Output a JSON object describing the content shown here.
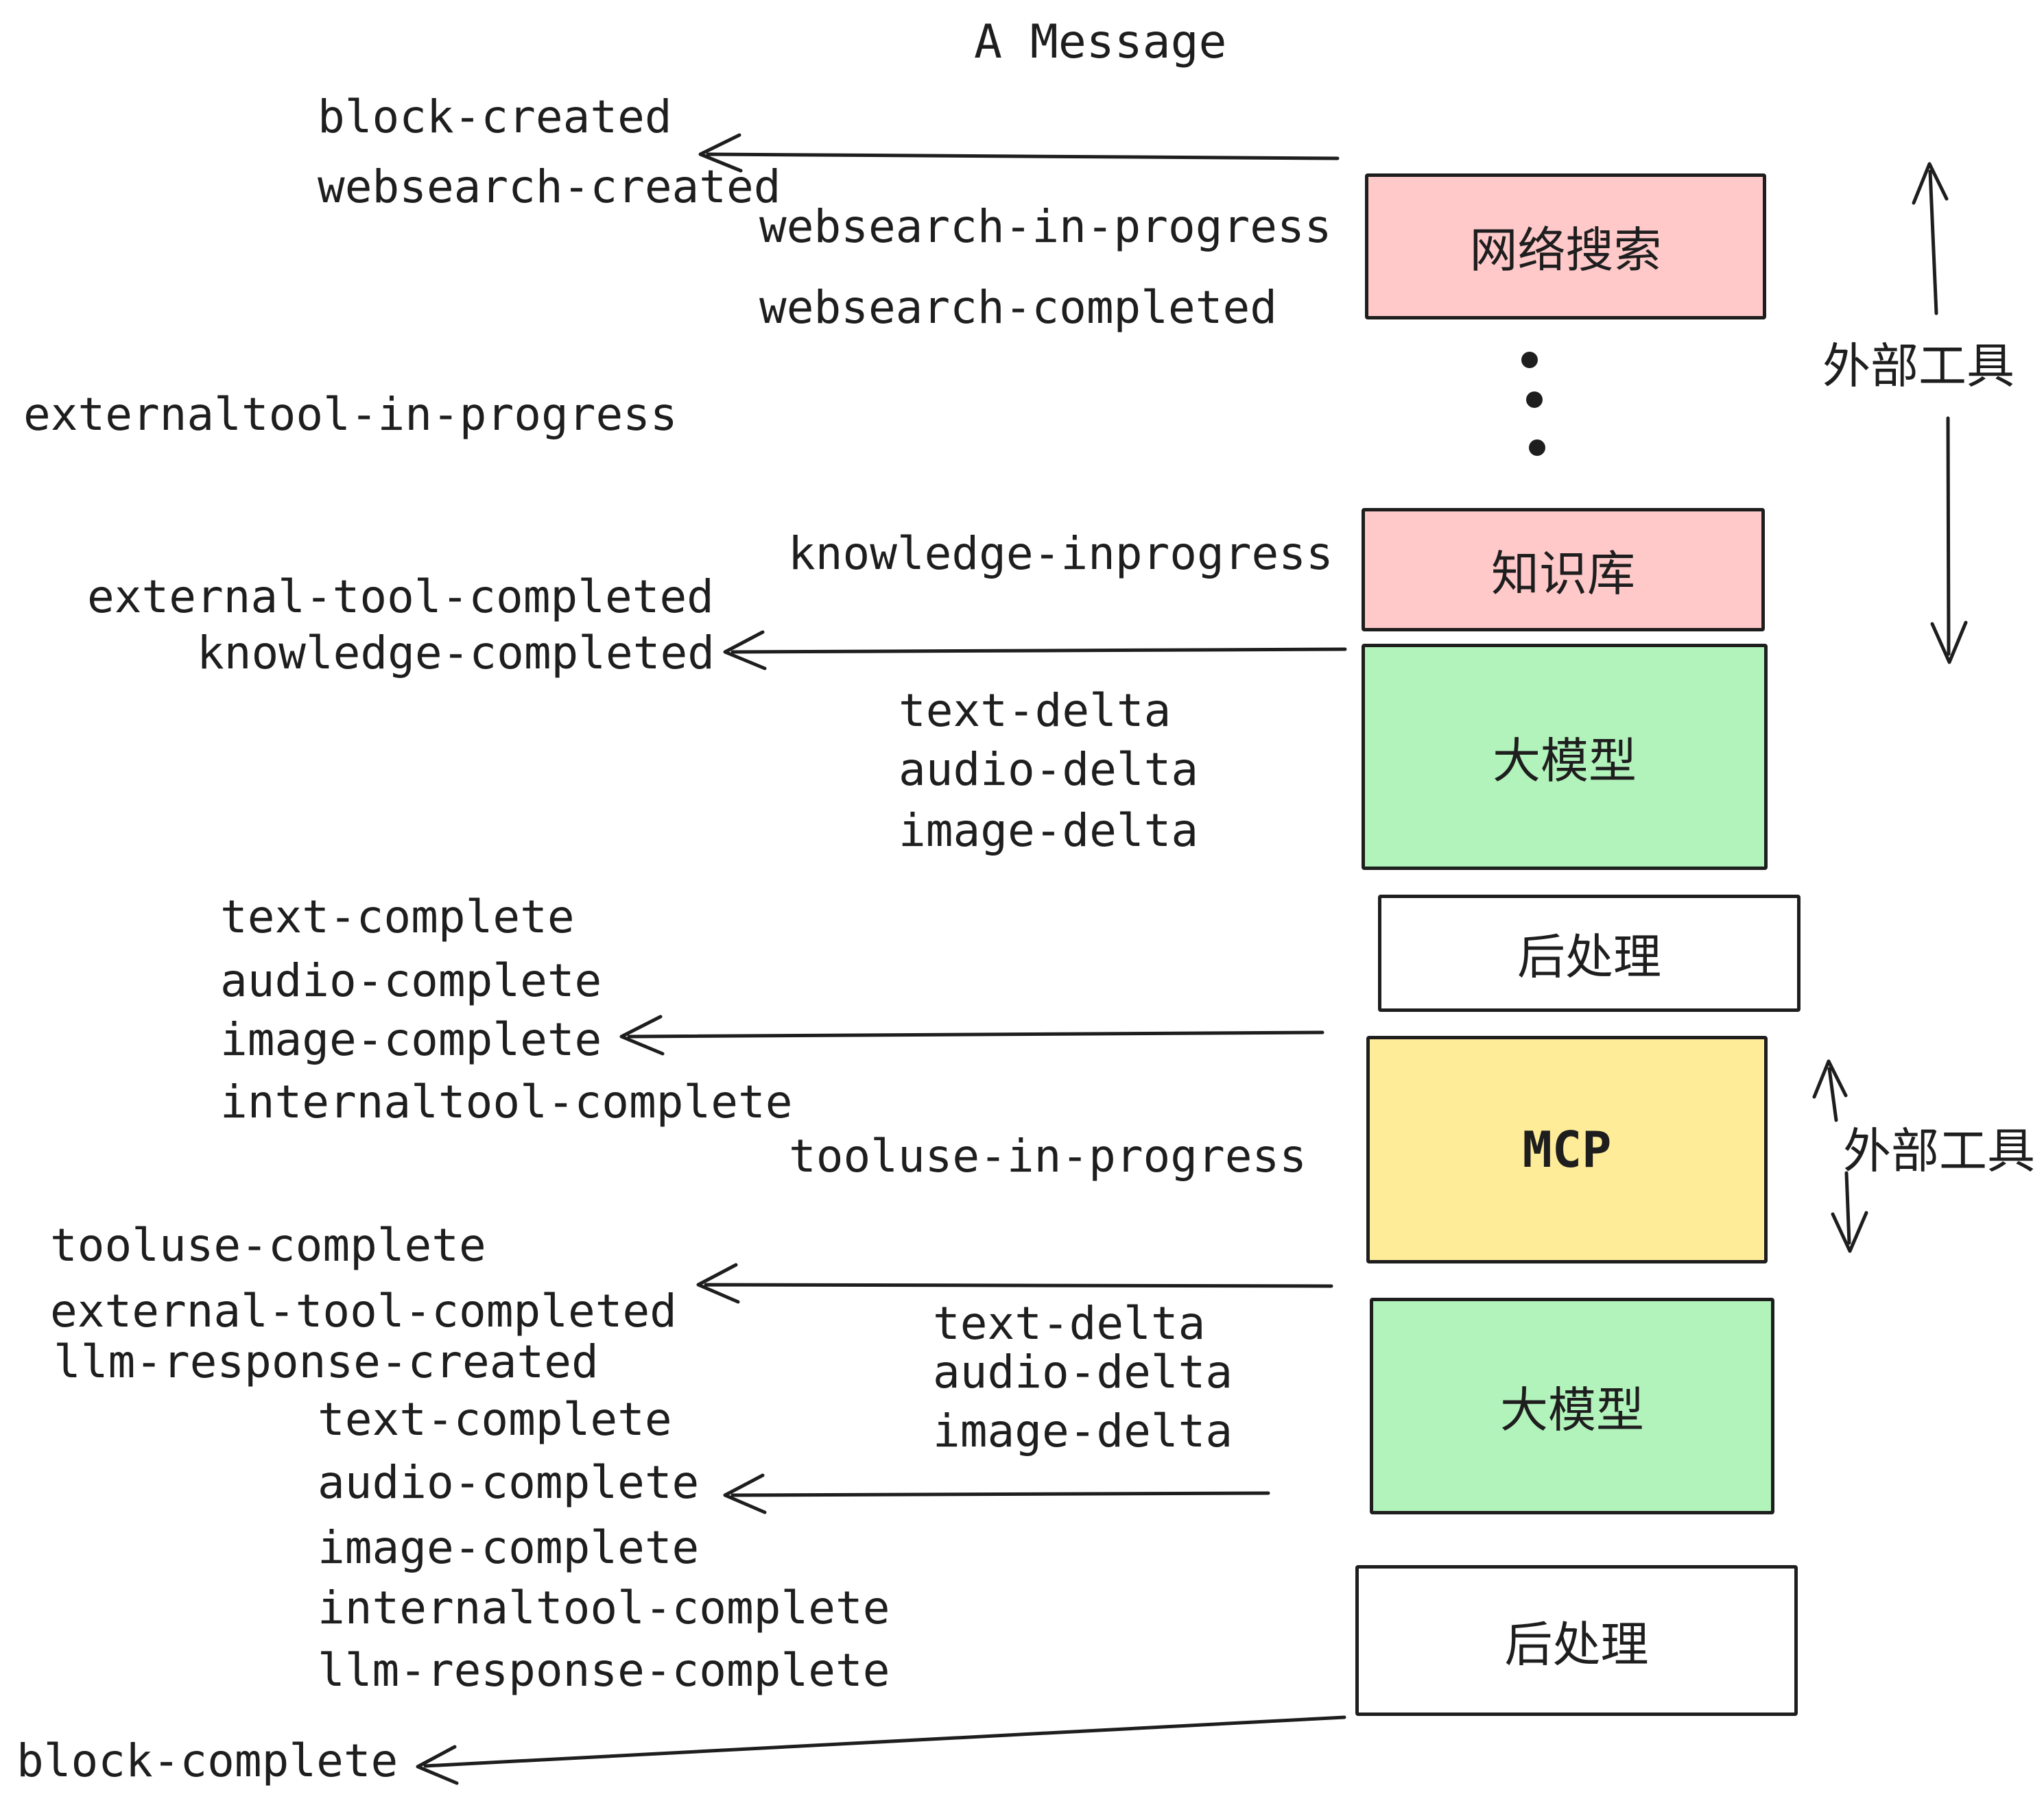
{
  "title": "A Message",
  "events": [
    {
      "text": "block-created"
    },
    {
      "text": "websearch-created"
    },
    {
      "text": "websearch-in-progress"
    },
    {
      "text": "websearch-completed"
    },
    {
      "text": "externaltool-in-progress"
    },
    {
      "text": "knowledge-inprogress"
    },
    {
      "text": "external-tool-completed"
    },
    {
      "text": "knowledge-completed"
    },
    {
      "text": "text-delta"
    },
    {
      "text": "audio-delta"
    },
    {
      "text": "image-delta"
    },
    {
      "text": "text-complete"
    },
    {
      "text": "audio-complete"
    },
    {
      "text": "image-complete"
    },
    {
      "text": "internaltool-complete"
    },
    {
      "text": "tooluse-in-progress"
    },
    {
      "text": "tooluse-complete"
    },
    {
      "text": "external-tool-completed"
    },
    {
      "text": "llm-response-created"
    },
    {
      "text": "text-delta"
    },
    {
      "text": "audio-delta"
    },
    {
      "text": "image-delta"
    },
    {
      "text": "text-complete"
    },
    {
      "text": "audio-complete"
    },
    {
      "text": "image-complete"
    },
    {
      "text": "internaltool-complete"
    },
    {
      "text": "llm-response-complete"
    },
    {
      "text": "block-complete"
    }
  ],
  "boxes": [
    {
      "id": "websearch",
      "label": "网络搜索",
      "color": "#ffc9c9"
    },
    {
      "id": "knowledge",
      "label": "知识库",
      "color": "#ffc9c9"
    },
    {
      "id": "llm-1",
      "label": "大模型",
      "color": "#b2f2bb"
    },
    {
      "id": "postprocess-1",
      "label": "后处理",
      "color": "#ffffff"
    },
    {
      "id": "mcp",
      "label": "MCP",
      "color": "#ffec99"
    },
    {
      "id": "llm-2",
      "label": "大模型",
      "color": "#b2f2bb"
    },
    {
      "id": "postprocess-2",
      "label": "后处理",
      "color": "#ffffff"
    }
  ],
  "side_labels": {
    "top": "外部工具",
    "bottom": "外部工具"
  },
  "colors": {
    "stroke": "#1e1e1e",
    "pink": "#ffc9c9",
    "green": "#b2f2bb",
    "yellow": "#ffec99",
    "white": "#ffffff",
    "background": "#ffffff"
  }
}
